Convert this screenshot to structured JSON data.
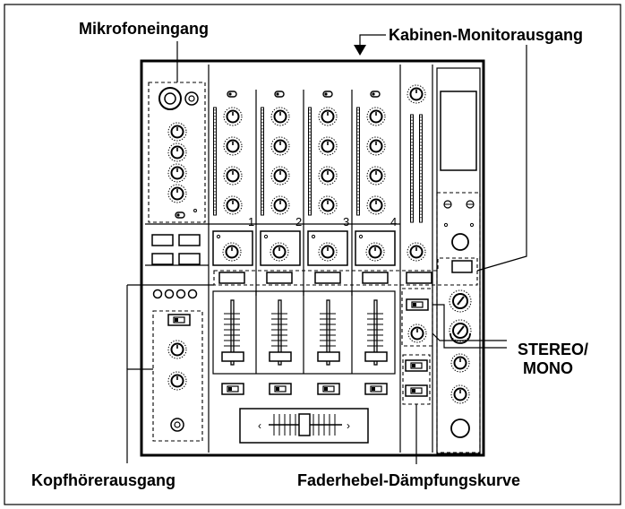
{
  "labels": {
    "mic_input": "Mikrofoneingang",
    "booth_monitor": "Kabinen-Monitorausgang",
    "stereo_mono_line1": "STEREO/",
    "stereo_mono_line2": "MONO",
    "headphones": "Kopfhörerausgang",
    "fader_curve": "Faderhebel-Dämpfungskurve"
  },
  "channels": [
    "1",
    "2",
    "3",
    "4"
  ],
  "colors": {
    "line": "#000000",
    "background": "#ffffff"
  }
}
